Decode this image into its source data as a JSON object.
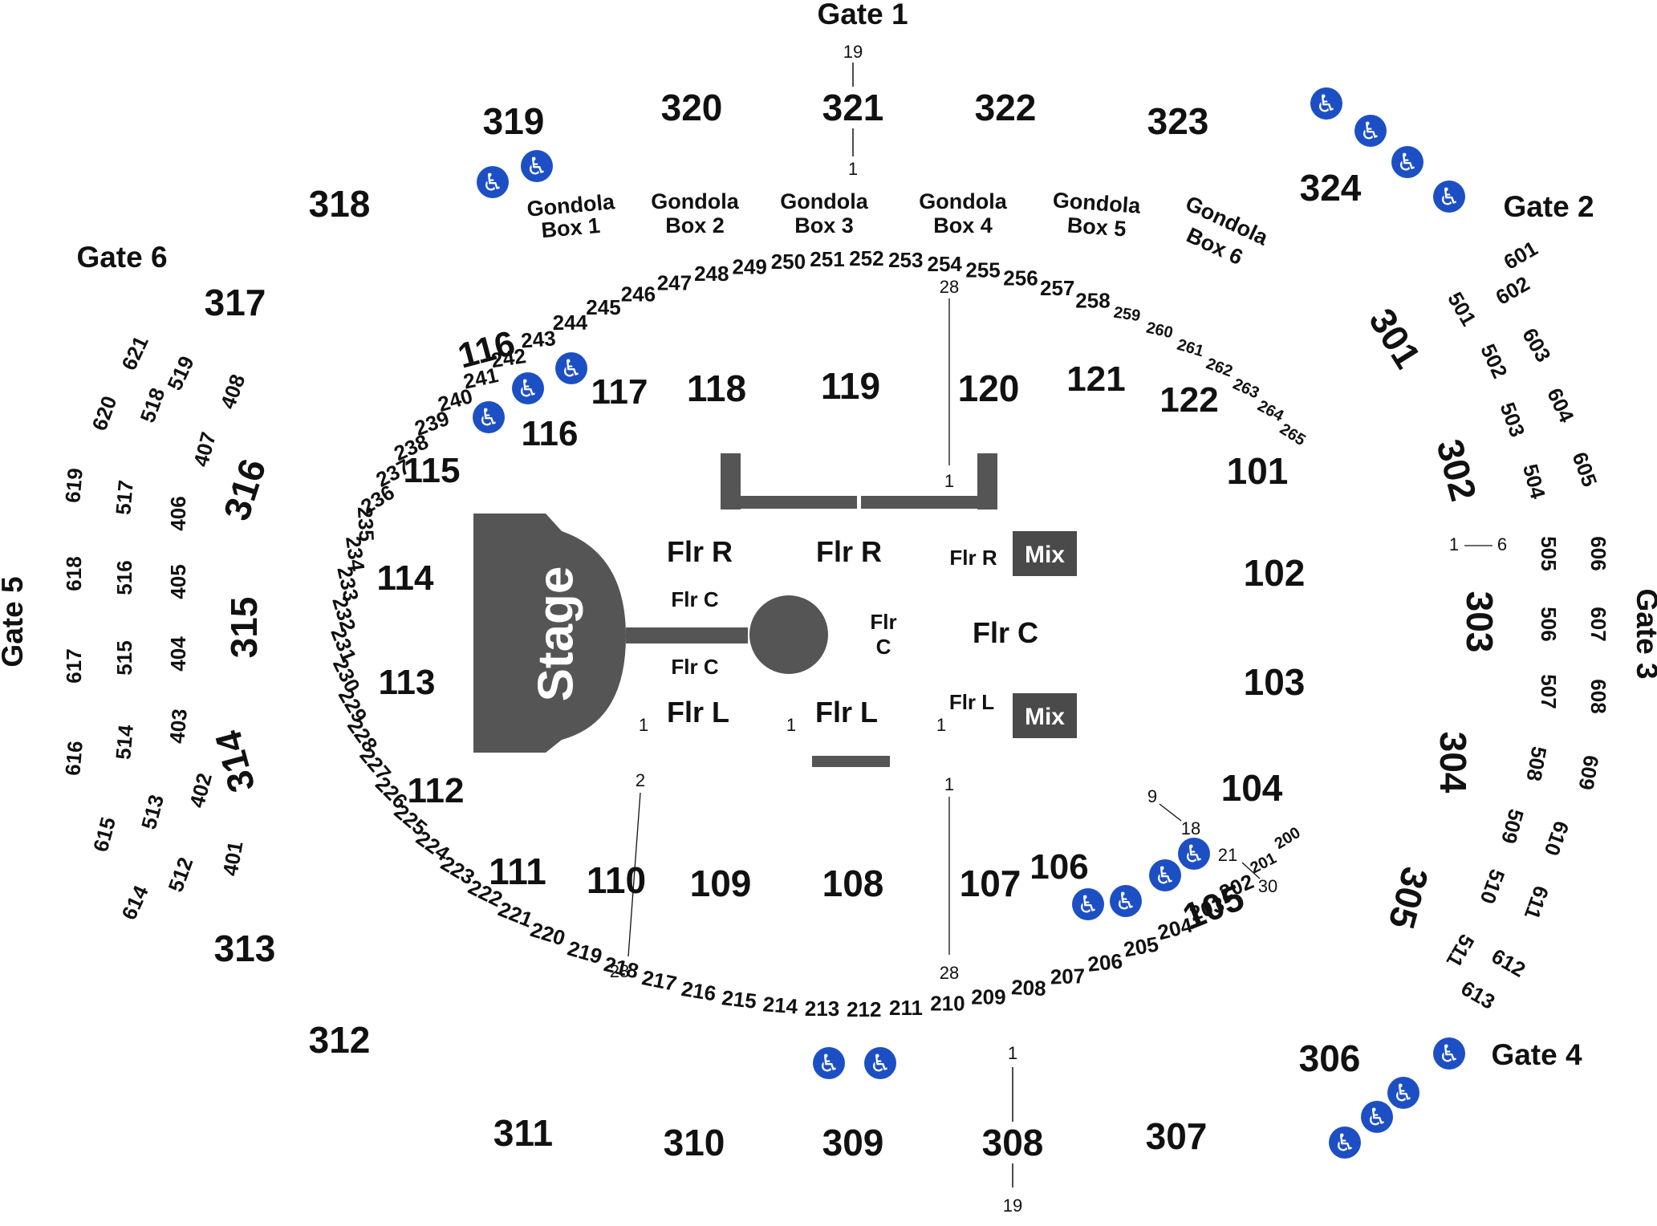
{
  "gates": {
    "gate1": "Gate 1",
    "gate2": "Gate 2",
    "gate3": "Gate 3",
    "gate4": "Gate 4",
    "gate5": "Gate 5",
    "gate6": "Gate 6"
  },
  "stage_label": "Stage",
  "mix_label": "Mix",
  "floor_labels": {
    "flr_r": "Flr R",
    "flr_c": "Flr C",
    "flr_l": "Flr L",
    "flr_c_split_top": "Flr",
    "flr_c_split_bottom": "C"
  },
  "gondola_boxes": [
    {
      "line1": "Gondola",
      "line2": "Box 1"
    },
    {
      "line1": "Gondola",
      "line2": "Box 2"
    },
    {
      "line1": "Gondola",
      "line2": "Box 3"
    },
    {
      "line1": "Gondola",
      "line2": "Box 4"
    },
    {
      "line1": "Gondola",
      "line2": "Box 5"
    },
    {
      "line1": "Gondola",
      "line2": "Box 6"
    }
  ],
  "sections_300": [
    "301",
    "302",
    "303",
    "304",
    "305",
    "306",
    "307",
    "308",
    "309",
    "310",
    "311",
    "312",
    "313",
    "314",
    "315",
    "316",
    "317",
    "318",
    "319",
    "320",
    "321",
    "322",
    "323",
    "324"
  ],
  "sections_100": [
    "101",
    "102",
    "103",
    "104",
    "105",
    "106",
    "107",
    "108",
    "109",
    "110",
    "111",
    "112",
    "113",
    "114",
    "115",
    "116",
    "116",
    "117",
    "118",
    "119",
    "120",
    "121",
    "122"
  ],
  "sections_200": [
    "200",
    "201",
    "202",
    "203",
    "204",
    "205",
    "206",
    "207",
    "208",
    "209",
    "210",
    "211",
    "212",
    "213",
    "214",
    "215",
    "216",
    "217",
    "218",
    "219",
    "220",
    "221",
    "222",
    "223",
    "224",
    "225",
    "226",
    "227",
    "228",
    "229",
    "230",
    "231",
    "232",
    "233",
    "234",
    "235",
    "236",
    "237",
    "238",
    "239",
    "240",
    "241",
    "242",
    "243",
    "244",
    "245",
    "246",
    "247",
    "248",
    "249",
    "250",
    "251",
    "252",
    "253",
    "254",
    "255",
    "256",
    "257",
    "258",
    "259",
    "260",
    "261",
    "262",
    "263",
    "264",
    "265"
  ],
  "sections_400": [
    "401",
    "402",
    "403",
    "404",
    "405",
    "406",
    "407",
    "408"
  ],
  "sections_500": [
    "501",
    "502",
    "503",
    "504",
    "505",
    "506",
    "507",
    "508",
    "509",
    "510",
    "511",
    "512",
    "513",
    "514",
    "515",
    "516",
    "517",
    "518",
    "519"
  ],
  "sections_600": [
    "601",
    "602",
    "603",
    "604",
    "605",
    "606",
    "607",
    "608",
    "609",
    "610",
    "611",
    "612",
    "613",
    "614",
    "615",
    "616",
    "617",
    "618",
    "619",
    "620",
    "621"
  ],
  "row_markers": {
    "sec321_top": "19",
    "sec321_bottom": "1",
    "sec308_top": "1",
    "sec308_bottom": "19",
    "sec120_top": "28",
    "sec120_bottom": "1",
    "sec107_top": "1",
    "sec107_bottom": "28",
    "sec110_top": "2",
    "sec110_bottom": "28",
    "flr_l_1": "1",
    "flr_l_2": "1",
    "flr_l_3": "1",
    "sec302_left": "1",
    "sec302_right": "6",
    "sec105_a": "9",
    "sec105_b": "18",
    "sec105_c": "21",
    "sec105_d": "30"
  },
  "accessibility_icon": "wheelchair-accessible-icon",
  "colors": {
    "accessible_blue": "#1d4fc4",
    "stage_gray": "#555555",
    "mix_gray": "#4a4a4a",
    "text": "#111111"
  }
}
